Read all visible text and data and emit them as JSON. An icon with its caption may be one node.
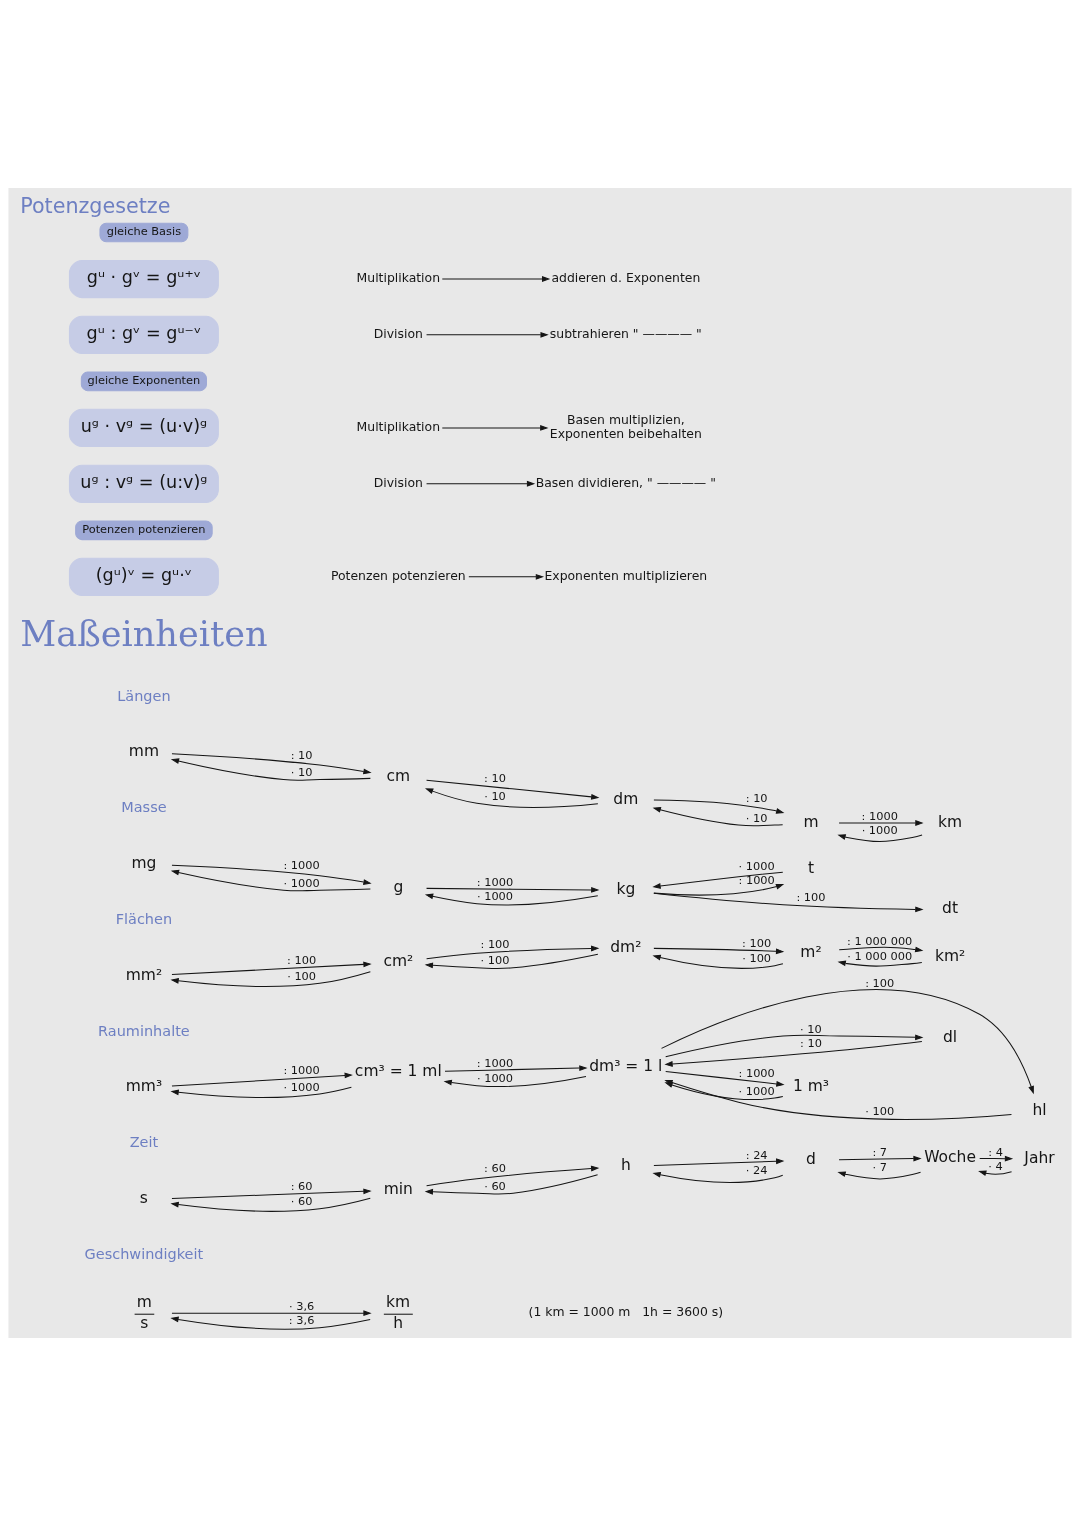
{
  "diagram": {
    "title": "Potenzgesetze",
    "nodes": [
      {
        "text": [
          "gleiche Basis"
        ]
      },
      {
        "text": [
          "gᵘ · gᵛ = gᵘ⁺ᵛ"
        ]
      },
      {
        "text": [
          "Multiplikation"
        ]
      },
      {
        "text": [
          "addieren d. Exponenten"
        ]
      },
      {
        "text": [
          "gᵘ : gᵛ = gᵘ⁻ᵛ"
        ]
      },
      {
        "text": [
          "Division"
        ]
      },
      {
        "text": [
          "subtrahieren \" ———— \""
        ]
      },
      {
        "text": [
          "gleiche Exponenten"
        ]
      },
      {
        "text": [
          "uᵍ · vᵍ = (u·v)ᵍ"
        ]
      },
      {
        "text": [
          "Multiplikation"
        ]
      },
      {
        "text": [
          "Basen multiplizien, Exponenten beibehalten"
        ]
      },
      {
        "text": [
          "uᵍ : vᵍ = (u:v)ᵍ"
        ]
      },
      {
        "text": [
          "Division"
        ]
      },
      {
        "text": [
          "Basen dividieren, \" ———— \""
        ]
      },
      {
        "text": [
          "Potenzen potenzieren"
        ]
      },
      {
        "text": [
          "(gᵘ)ᵛ = gᵘ·ᵛ"
        ]
      },
      {
        "text": [
          "Potenzen potenzieren"
        ]
      },
      {
        "text": [
          "Exponenten multiplizieren"
        ]
      },
      {
        "text": [
          "mm"
        ]
      },
      {
        "text": [
          "cm"
        ]
      },
      {
        "text": [
          "dm"
        ]
      },
      {
        "text": [
          "m"
        ]
      },
      {
        "text": [
          "km"
        ]
      },
      {
        "text": [
          "mg"
        ]
      },
      {
        "text": [
          "g"
        ]
      },
      {
        "text": [
          "kg"
        ]
      },
      {
        "text": [
          "t"
        ]
      },
      {
        "text": [
          "dt"
        ]
      },
      {
        "text": [
          "mm²"
        ]
      },
      {
        "text": [
          "cm²"
        ]
      },
      {
        "text": [
          "dm²"
        ]
      },
      {
        "text": [
          "m²"
        ]
      },
      {
        "text": [
          "km²"
        ]
      },
      {
        "text": [
          "mm³"
        ]
      },
      {
        "text": [
          "cm³ = 1 ml"
        ]
      },
      {
        "text": [
          "dm³ = 1 l"
        ]
      },
      {
        "text": [
          "1 m³"
        ]
      },
      {
        "text": [
          "dl"
        ]
      },
      {
        "text": [
          "hl"
        ]
      },
      {
        "text": [
          "s"
        ]
      },
      {
        "text": [
          "min"
        ]
      },
      {
        "text": [
          "h"
        ]
      },
      {
        "text": [
          "d"
        ]
      },
      {
        "text": [
          "Woche"
        ]
      },
      {
        "text": [
          "Jahr"
        ]
      },
      {
        "text": [
          "m",
          "s"
        ]
      },
      {
        "text": [
          "km",
          "h"
        ]
      }
    ],
    "edges": [
      {
        "from": 2,
        "to": 3,
        "arrow": "to"
      },
      {
        "from": 5,
        "to": 6,
        "arrow": "to"
      },
      {
        "from": 9,
        "to": 10,
        "arrow": "to"
      },
      {
        "from": 12,
        "to": 13,
        "arrow": "to"
      },
      {
        "from": 16,
        "to": 17,
        "arrow": "to"
      },
      {
        "from": 18,
        "to": 19,
        "arrow": "to",
        "label": ": 10"
      },
      {
        "from": 19,
        "to": 18,
        "arrow": "to",
        "label": "· 10"
      },
      {
        "from": 19,
        "to": 20,
        "arrow": "to",
        "label": ": 10"
      },
      {
        "from": 20,
        "to": 19,
        "arrow": "to",
        "label": "· 10"
      },
      {
        "from": 20,
        "to": 21,
        "arrow": "to",
        "label": ": 10"
      },
      {
        "from": 21,
        "to": 20,
        "arrow": "to",
        "label": "· 10"
      },
      {
        "from": 21,
        "to": 22,
        "arrow": "to",
        "label": ": 1000"
      },
      {
        "from": 22,
        "to": 21,
        "arrow": "to",
        "label": "· 1000"
      },
      {
        "from": 23,
        "to": 24,
        "arrow": "to",
        "label": ": 1000"
      },
      {
        "from": 24,
        "to": 23,
        "arrow": "to",
        "label": "· 1000"
      },
      {
        "from": 24,
        "to": 25,
        "arrow": "to",
        "label": ": 1000"
      },
      {
        "from": 25,
        "to": 24,
        "arrow": "to",
        "label": "· 1000"
      },
      {
        "from": 25,
        "to": 26,
        "arrow": "to",
        "label": ": 1000"
      },
      {
        "from": 26,
        "to": 25,
        "arrow": "to",
        "label": "· 1000"
      },
      {
        "from": 25,
        "to": 27,
        "arrow": "to",
        "label": ": 100"
      },
      {
        "from": 28,
        "to": 29,
        "arrow": "to",
        "label": ": 100"
      },
      {
        "from": 29,
        "to": 28,
        "arrow": "to",
        "label": "· 100"
      },
      {
        "from": 29,
        "to": 30,
        "arrow": "to",
        "label": ": 100"
      },
      {
        "from": 30,
        "to": 29,
        "arrow": "to",
        "label": "· 100"
      },
      {
        "from": 30,
        "to": 31,
        "arrow": "to",
        "label": ": 100"
      },
      {
        "from": 31,
        "to": 30,
        "arrow": "to",
        "label": "· 100"
      },
      {
        "from": 31,
        "to": 32,
        "arrow": "to",
        "label": ": 1 000 000"
      },
      {
        "from": 32,
        "to": 31,
        "arrow": "to",
        "label": "· 1 000 000"
      },
      {
        "from": 33,
        "to": 34,
        "arrow": "to",
        "label": ": 1000"
      },
      {
        "from": 34,
        "to": 33,
        "arrow": "to",
        "label": "· 1000"
      },
      {
        "from": 34,
        "to": 35,
        "arrow": "to",
        "label": ": 1000"
      },
      {
        "from": 35,
        "to": 34,
        "arrow": "to",
        "label": "· 1000"
      },
      {
        "from": 35,
        "to": 36,
        "arrow": "to",
        "label": ": 1000"
      },
      {
        "from": 36,
        "to": 35,
        "arrow": "to",
        "label": "· 1000"
      },
      {
        "from": 35,
        "to": 37,
        "arrow": "to",
        "label": "· 10"
      },
      {
        "from": 35,
        "to": 38,
        "arrow": "to",
        "label": ": 100"
      },
      {
        "from": 37,
        "to": 35,
        "arrow": "to",
        "label": ": 10"
      },
      {
        "from": 38,
        "to": 35,
        "arrow": "to",
        "label": "· 100"
      },
      {
        "from": 39,
        "to": 40,
        "arrow": "to",
        "label": ": 60"
      },
      {
        "from": 40,
        "to": 39,
        "arrow": "to",
        "label": "· 60"
      },
      {
        "from": 40,
        "to": 41,
        "arrow": "to",
        "label": ": 60"
      },
      {
        "from": 41,
        "to": 40,
        "arrow": "to",
        "label": "· 60"
      },
      {
        "from": 41,
        "to": 42,
        "arrow": "to",
        "label": ": 24"
      },
      {
        "from": 42,
        "to": 41,
        "arrow": "to",
        "label": "· 24"
      },
      {
        "from": 42,
        "to": 43,
        "arrow": "to",
        "label": ": 7"
      },
      {
        "from": 43,
        "to": 42,
        "arrow": "to",
        "label": "· 7"
      },
      {
        "from": 43,
        "to": 44,
        "arrow": "to",
        "label": ": 4"
      },
      {
        "from": 44,
        "to": 43,
        "arrow": "to",
        "label": "· 4"
      },
      {
        "from": 45,
        "to": 46,
        "arrow": "to",
        "label": "· 3,6"
      },
      {
        "from": 46,
        "to": 45,
        "arrow": "to",
        "label": ": 3,6"
      }
    ],
    "labels": [
      "Maßeinheiten",
      "Längen",
      "Masse",
      "Flächen",
      "Rauminhalte",
      "Zeit",
      "Geschwindigkeit",
      "(1 km = 1000 m   1h = 3600 s)"
    ]
  }
}
